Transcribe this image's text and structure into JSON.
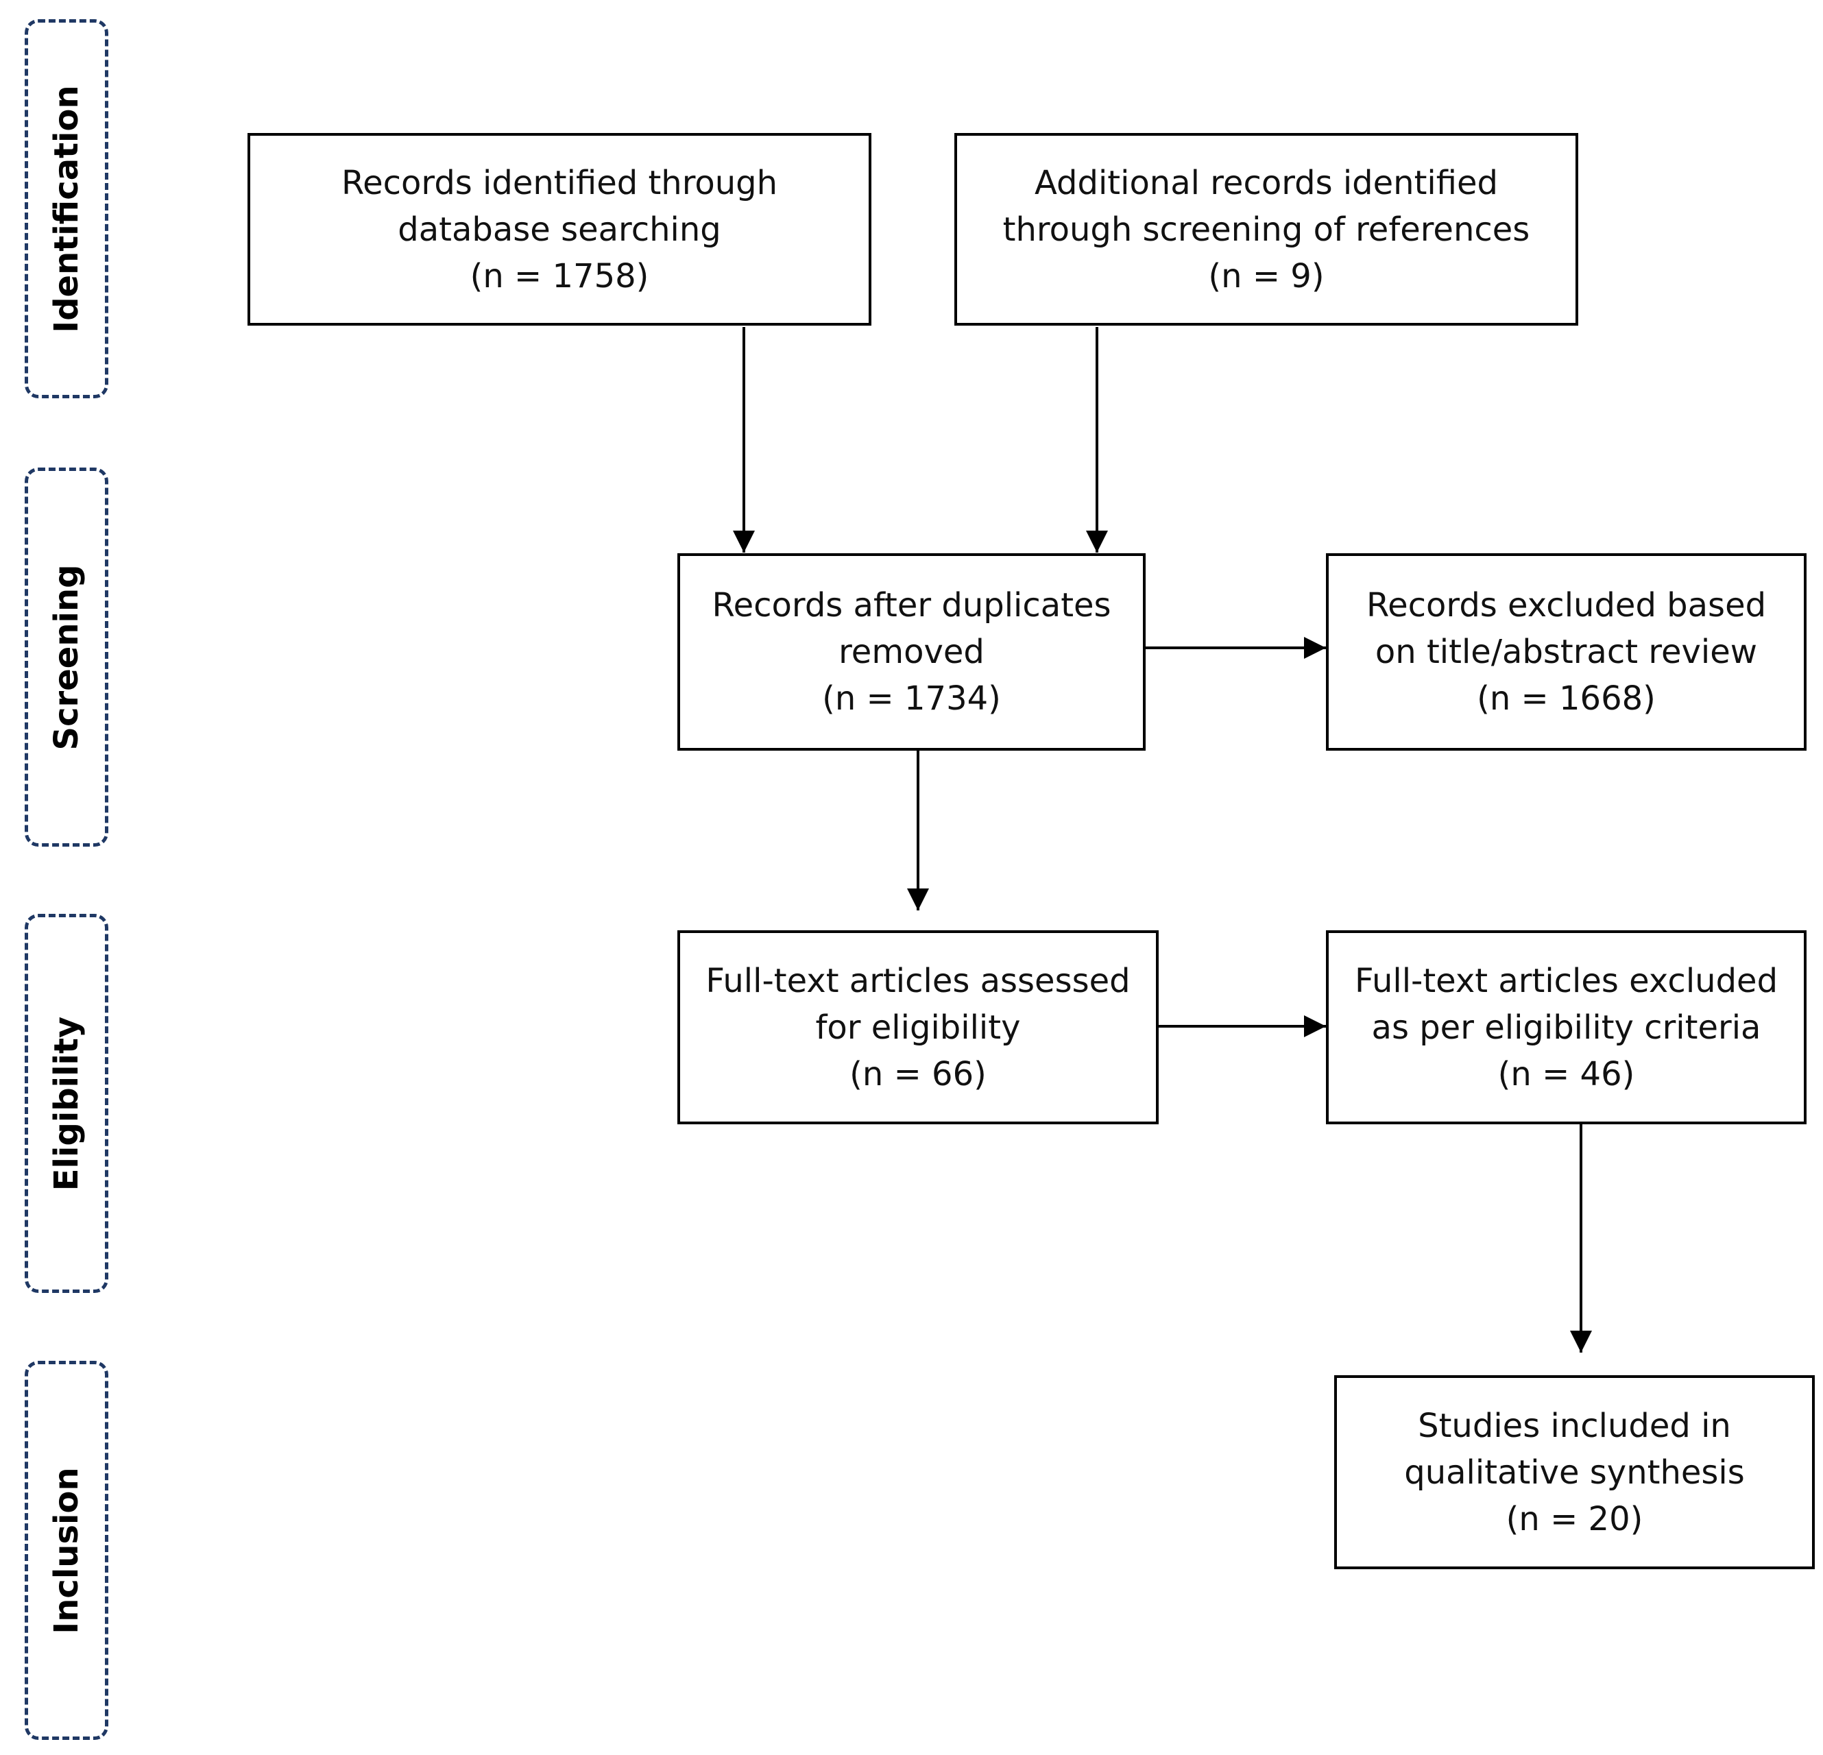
{
  "phases": [
    {
      "label": "Identification"
    },
    {
      "label": "Screening"
    },
    {
      "label": "Eligibility"
    },
    {
      "label": "Inclusion"
    }
  ],
  "boxes": {
    "database": {
      "line1": "Records identified through",
      "line2": "database searching",
      "count": "(n = 1758)"
    },
    "additional": {
      "line1": "Additional records identified",
      "line2": "through screening of references",
      "count": "(n = 9)"
    },
    "duplicates": {
      "line1": "Records after duplicates",
      "line2": "removed",
      "count": "(n = 1734)"
    },
    "excluded_title": {
      "line1": "Records excluded based",
      "line2": "on title/abstract review",
      "count": "(n = 1668)"
    },
    "fulltext": {
      "line1": "Full-text articles assessed",
      "line2": "for eligibility",
      "count": "(n = 66)"
    },
    "excluded_fulltext": {
      "line1": "Full-text articles excluded",
      "line2": "as per eligibility criteria",
      "count": "(n = 46)"
    },
    "included": {
      "line1": "Studies included in",
      "line2": "qualitative synthesis",
      "count": "(n = 20)"
    }
  },
  "colors": {
    "phase_border": "#1f3864",
    "box_border": "#000000",
    "arrow": "#000000"
  }
}
